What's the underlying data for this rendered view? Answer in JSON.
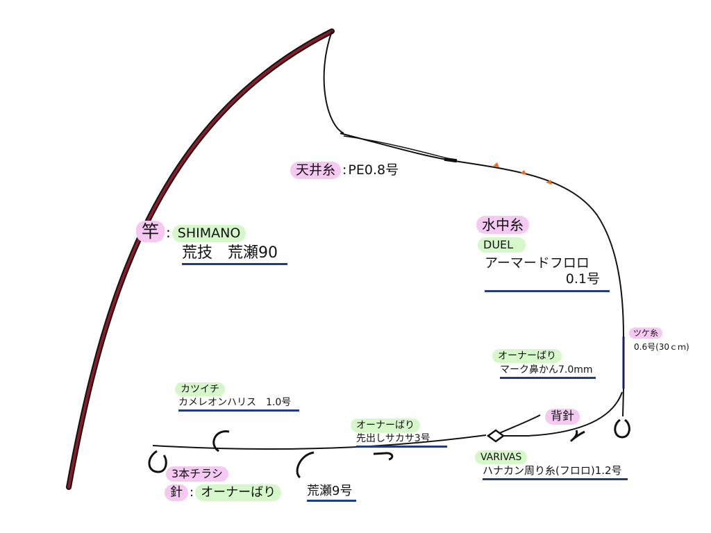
{
  "colors": {
    "pink_highlight": "#f6c9f2",
    "green_highlight": "#d5f7c9",
    "underline": "#1f3d7a",
    "rod_red": "#8b1a2a",
    "marker_orange": "#f26b1d",
    "tsuke_ito_blue": "#1a1a6e"
  },
  "tenjo_ito": {
    "title": "天井糸",
    "separator": ":",
    "spec": "PE0.8号"
  },
  "sao": {
    "title": "竿",
    "separator": ":",
    "brand": "SHIMANO",
    "model": "荒技　荒瀬90"
  },
  "suichu_ito": {
    "title": "水中糸",
    "brand": "DUEL",
    "product": "アーマードフロロ",
    "size": "0.1号"
  },
  "tsuke_ito": {
    "title": "ツケ糸",
    "spec": "0.6号(30ｃｍ)"
  },
  "hanakan": {
    "brand": "オーナーばり",
    "product": "マーク鼻かん7.0mm"
  },
  "harisu": {
    "brand": "カツイチ",
    "product": "カメレオンハリス　1.0号"
  },
  "sebari": {
    "title": "背針"
  },
  "sakasa": {
    "brand": "オーナーばり",
    "product": "先出しサカサ3号"
  },
  "hanakan_mawari": {
    "brand": "VARIVAS",
    "product": "ハナカン周り糸(フロロ)1.2号"
  },
  "hari": {
    "type": "3本チラシ",
    "title": "針",
    "separator": ":",
    "brand": "オーナーばり",
    "size": "荒瀬9号"
  }
}
